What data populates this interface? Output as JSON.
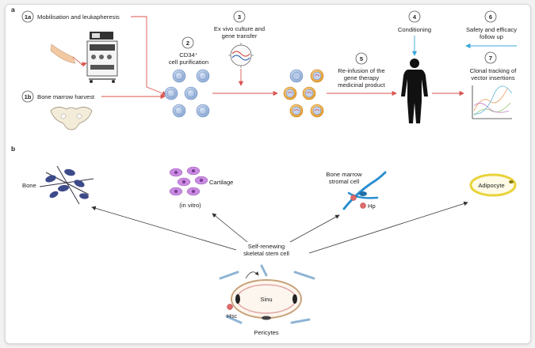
{
  "panel_a": {
    "letter": "a",
    "steps": {
      "s1a": {
        "num": "1a",
        "label": "Mobilisation and leukapheresis"
      },
      "s1b": {
        "num": "1b",
        "label": "Bone marrow harvest"
      },
      "s2": {
        "num": "2",
        "label_line1": "CD34⁺",
        "label_line2": "cell purification"
      },
      "s3": {
        "num": "3",
        "label_line1": "Ex vivo culture and",
        "label_line2": "gene transfer"
      },
      "s4": {
        "num": "4",
        "label": "Conditioning"
      },
      "s5": {
        "num": "5",
        "label_line1": "Re-infusion of the",
        "label_line2": "gene therapy",
        "label_line3": "medicinal product"
      },
      "s6": {
        "num": "6",
        "label_line1": "Safety and efficacy",
        "label_line2": "follow up"
      },
      "s7": {
        "num": "7",
        "label_line1": "Clonal tracking of",
        "label_line2": "vector insertions"
      }
    }
  },
  "panel_b": {
    "letter": "b",
    "center_line1": "Self-renewing",
    "center_line2": "skeletal stem cell",
    "bone": "Bone",
    "cartilage": "Cartilage",
    "in_vitro": "(in vitro)",
    "stromal_line1": "Bone marrow",
    "stromal_line2": "stromal cell",
    "hp": "Hp",
    "adipocyte": "Adipocyte",
    "sinu": "Sinu",
    "hsc": "Hsc",
    "pericytes": "Pericytes"
  },
  "colors": {
    "red_arrow": "#d9534f",
    "blue_arrow": "#3aa7d8",
    "cell_blue": "#a9c2e6",
    "cell_orange": "#f0b04a",
    "cartilage_purple": "#c98be0",
    "adipocyte_yellow": "#e8d33a",
    "stromal_blue": "#2a8fd0"
  }
}
